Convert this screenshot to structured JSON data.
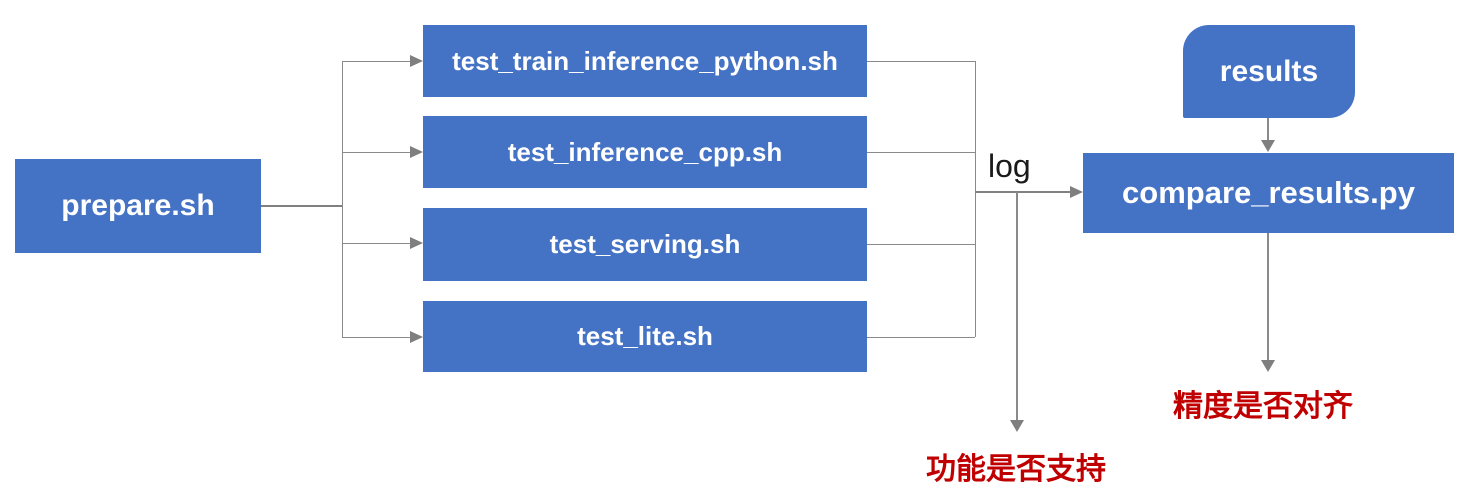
{
  "diagram": {
    "title": "test pipeline flowchart",
    "colors": {
      "node_fill": "#4472C4",
      "node_text": "#ffffff",
      "connector_gray": "#8a8a8a",
      "arrowhead_gray": "#7f7f7f",
      "annotation_red": "#C00000",
      "edge_label_black": "#1a1a1a",
      "background": "#ffffff"
    },
    "nodes": {
      "prepare": {
        "label": "prepare.sh",
        "shape": "rectangle"
      },
      "test_train": {
        "label": "test_train_inference_python.sh",
        "shape": "rectangle"
      },
      "test_cpp": {
        "label": "test_inference_cpp.sh",
        "shape": "rectangle"
      },
      "test_serving": {
        "label": "test_serving.sh",
        "shape": "rectangle"
      },
      "test_lite": {
        "label": "test_lite.sh",
        "shape": "rectangle"
      },
      "results": {
        "label": "results",
        "shape": "round-diagonal-corner-rectangle"
      },
      "compare": {
        "label": "compare_results.py",
        "shape": "rectangle"
      }
    },
    "edge_labels": {
      "log": "log"
    },
    "annotations": {
      "function_support": "功能是否支持",
      "precision_aligned": "精度是否对齐"
    },
    "edges": [
      {
        "from": "prepare",
        "to": "test_train"
      },
      {
        "from": "prepare",
        "to": "test_cpp"
      },
      {
        "from": "prepare",
        "to": "test_serving"
      },
      {
        "from": "prepare",
        "to": "test_lite"
      },
      {
        "from": "test_train",
        "to": "compare",
        "label": "log"
      },
      {
        "from": "test_cpp",
        "to": "compare",
        "label": "log"
      },
      {
        "from": "test_serving",
        "to": "compare",
        "label": "log"
      },
      {
        "from": "test_lite",
        "to": "compare",
        "label": "log"
      },
      {
        "from": "log_bus",
        "to": "function_support"
      },
      {
        "from": "results",
        "to": "compare"
      },
      {
        "from": "compare",
        "to": "precision_aligned"
      }
    ]
  }
}
